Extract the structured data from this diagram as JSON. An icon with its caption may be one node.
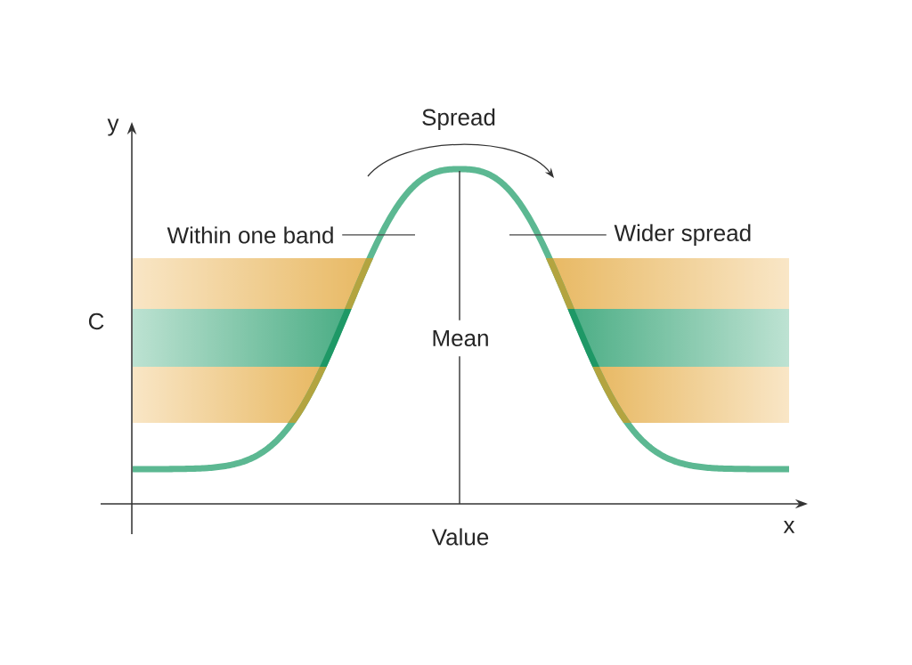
{
  "diagram": {
    "nodes": [
      {
        "text": [
          "Within one band"
        ]
      },
      {
        "text": [
          "Wider spread"
        ]
      }
    ],
    "edges": [
      {
        "from": 0,
        "to": null,
        "arrow": "none"
      },
      {
        "from": 1,
        "to": null,
        "arrow": "none"
      }
    ],
    "labels": [
      "y",
      "Spread",
      "C",
      "Mean",
      "Value",
      "x"
    ]
  }
}
